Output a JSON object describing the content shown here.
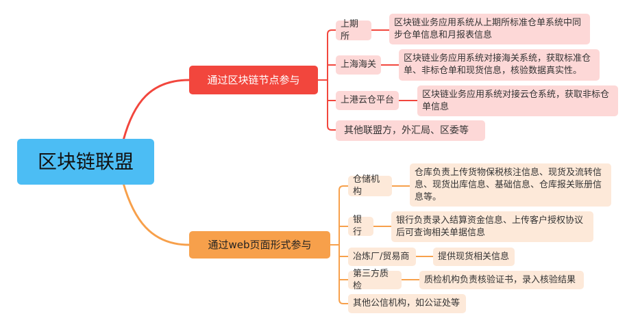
{
  "root": "区块链联盟",
  "branches": [
    {
      "label": "通过区块链节点参与",
      "color": "#f2463d",
      "children": [
        {
          "label": "上期所",
          "desc": "区块链业务应用系统从上期所标准仓单系统中同步仓单信息和月报表信息"
        },
        {
          "label": "上海海关",
          "desc": "区块链业务应用系统对接海关系统，获取标准仓单、非标仓单和现货信息，核验数据真实性。"
        },
        {
          "label": "上港云仓平台",
          "desc": "区块链业务应用系统对接云仓系统，获取非标仓单信息"
        },
        {
          "label": "其他联盟方，外汇局、区委等"
        }
      ]
    },
    {
      "label": "通过web页面形式参与",
      "color": "#f7a04b",
      "children": [
        {
          "label": "仓储机构",
          "desc": "仓库负责上传货物保税核注信息、现货及流转信息、现货出库信息、基础信息、仓库报关账册信息等。"
        },
        {
          "label": "银行",
          "desc": "银行负责录入结算资金信息、上传客户授权协议后可查询相关单据信息"
        },
        {
          "label": "冶炼厂/贸易商",
          "desc": "提供现货相关信息"
        },
        {
          "label": "第三方质检",
          "desc": "质检机构负责核验证书，录入核验结果"
        },
        {
          "label": "其他公信机构，如公证处等"
        }
      ]
    }
  ]
}
